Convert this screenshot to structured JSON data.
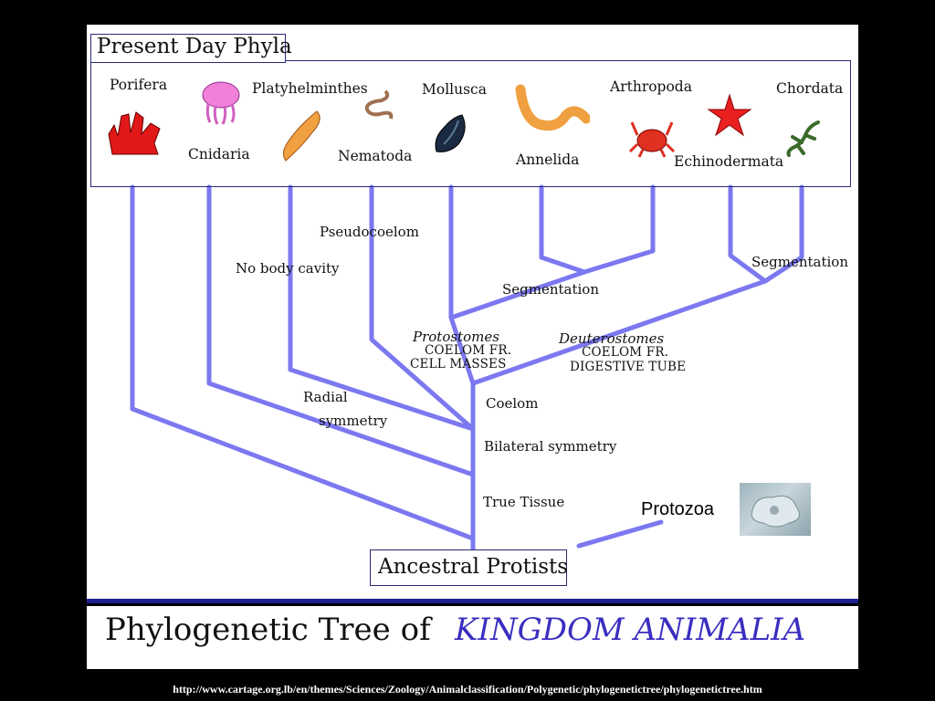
{
  "colors": {
    "branch": "#7b78f0",
    "frame": "#2a2a78",
    "accent": "#3a2ec0",
    "divider": "#1a2090"
  },
  "phyla_title": "Present Day Phyla",
  "phyla": {
    "porifera": "Porifera",
    "cnidaria": "Cnidaria",
    "platyhelminthes": "Platyhelminthes",
    "nematoda": "Nematoda",
    "mollusca": "Mollusca",
    "annelida": "Annelida",
    "arthropoda": "Arthropoda",
    "echinodermata": "Echinodermata",
    "chordata": "Chordata"
  },
  "traits": {
    "pseudocoelom": "Pseudocoelom",
    "no_body_cavity": "No body cavity",
    "segmentation_left": "Segmentation",
    "segmentation_right": "Segmentation",
    "protostomes": "Protostomes",
    "protostomes_line1": "COELOM FR.",
    "protostomes_line2": "CELL MASSES",
    "deuterostomes": "Deuterostomes",
    "deuterostomes_line1": "COELOM FR.",
    "deuterostomes_line2": "DIGESTIVE TUBE",
    "radial": "Radial",
    "symmetry": "symmetry",
    "coelom": "Coelom",
    "bilateral": "Bilateral symmetry",
    "true_tissue": "True Tissue"
  },
  "ancestor": "Ancestral Protists",
  "protozoa": "Protozoa",
  "banner": {
    "plain": "Phylogenetic Tree of",
    "accent": "KINGDOM ANIMALIA"
  },
  "source_url": "http://www.cartage.org.lb/en/themes/Sciences/Zoology/Animalclassification/Polygenetic/phylogenetictree/phylogenetictree.htm"
}
